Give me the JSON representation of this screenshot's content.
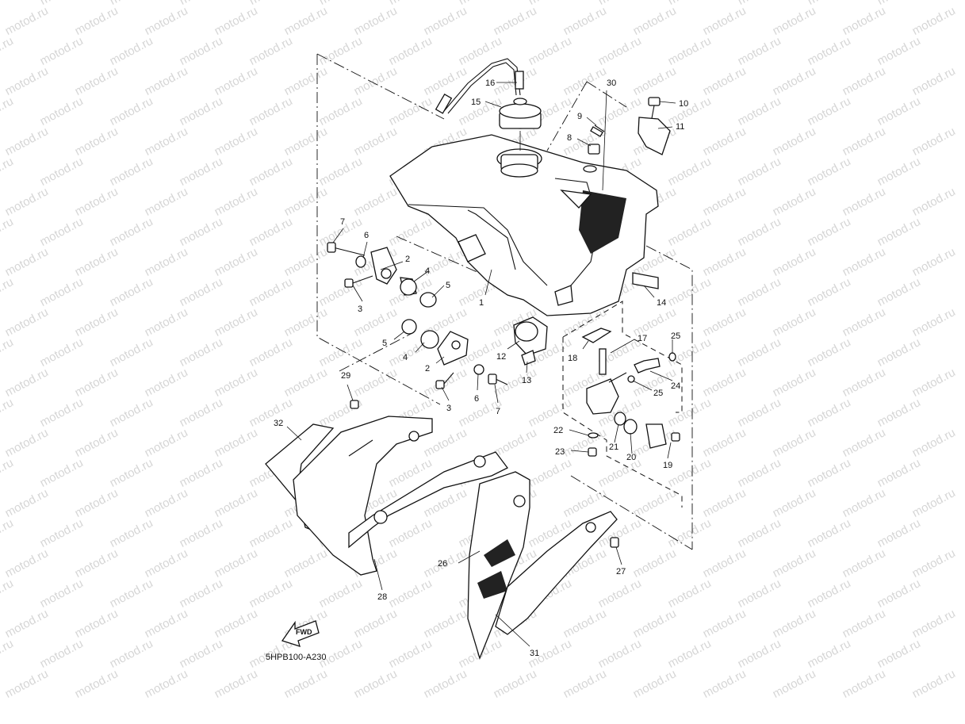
{
  "watermark": "motod.ru",
  "diagram_code": "5HPB100-A230",
  "fwd_label": "FWD",
  "callouts": {
    "c1": "1",
    "c2a": "2",
    "c2b": "2",
    "c3a": "3",
    "c3b": "3",
    "c4a": "4",
    "c4b": "4",
    "c5a": "5",
    "c5b": "5",
    "c6a": "6",
    "c6b": "6",
    "c7a": "7",
    "c7b": "7",
    "c8": "8",
    "c9": "9",
    "c10": "10",
    "c11": "11",
    "c12": "12",
    "c13": "13",
    "c14": "14",
    "c15": "15",
    "c16": "16",
    "c17": "17",
    "c18": "18",
    "c19": "19",
    "c20": "20",
    "c21": "21",
    "c22": "22",
    "c23": "23",
    "c24": "24",
    "c25a": "25",
    "c25b": "25",
    "c26": "26",
    "c27": "27",
    "c28": "28",
    "c29": "29",
    "c30": "30",
    "c31": "31",
    "c32": "32"
  }
}
